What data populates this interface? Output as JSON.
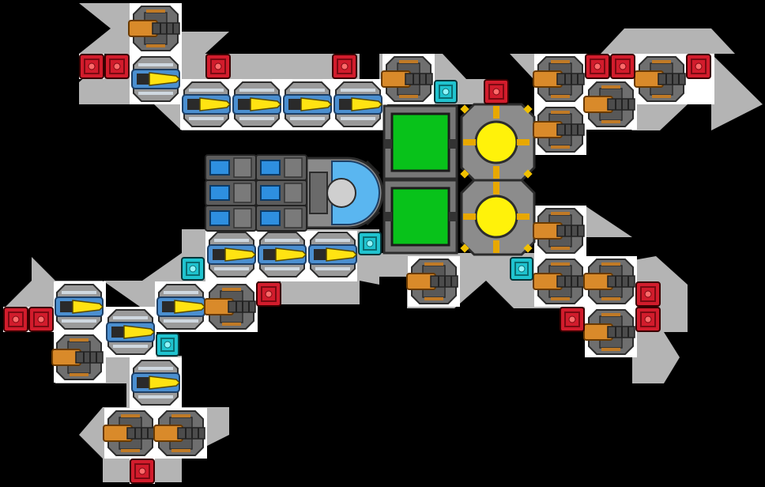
{
  "screen": {
    "title": "",
    "background_color": "#000000"
  },
  "palette": {
    "hull": "#b4b4b4",
    "hull_light": "#ffffff",
    "hull_dark": "#9a9a9a",
    "outline": "#2c2c2c",
    "laser_frame": "#8a8a8a",
    "laser_blue": "#4b8fd0",
    "laser_blade": "#ffe312",
    "cannon_frame": "#6f6f6f",
    "cannon_orange": "#d98a2a",
    "cannon_barrel": "#4c4c4c",
    "armor_red": "#d21c2c",
    "shield_cyan": "#1fc3cf",
    "storage_green": "#08c21a",
    "reactor_yellow": "#fff20a",
    "reactor_frame": "#8c8c8c",
    "battery_blue": "#2e8fe0",
    "command_blue": "#5ab6f0"
  },
  "parts": {
    "lasers": [
      {
        "id": "laser-1",
        "col": 3,
        "row": 2,
        "dir": "right"
      },
      {
        "id": "laser-2",
        "col": 4,
        "row": 4,
        "dir": "right"
      },
      {
        "id": "laser-3",
        "col": 5,
        "row": 4,
        "dir": "right"
      },
      {
        "id": "laser-4",
        "col": 6,
        "row": 4,
        "dir": "right"
      },
      {
        "id": "laser-5",
        "col": 7,
        "row": 4,
        "dir": "right"
      },
      {
        "id": "laser-6",
        "col": 4,
        "row": 10,
        "dir": "right"
      },
      {
        "id": "laser-7",
        "col": 5,
        "row": 10,
        "dir": "right"
      },
      {
        "id": "laser-8",
        "col": 6,
        "row": 10,
        "dir": "right"
      },
      {
        "id": "laser-9",
        "col": 1,
        "row": 12,
        "dir": "right"
      },
      {
        "id": "laser-10",
        "col": 3,
        "row": 12,
        "dir": "right"
      },
      {
        "id": "laser-11",
        "col": 2,
        "row": 13,
        "dir": "right"
      },
      {
        "id": "laser-12",
        "col": 2,
        "row": 15,
        "dir": "right"
      }
    ],
    "cannons": [
      {
        "id": "cannon-1",
        "col": 3,
        "row": 1
      },
      {
        "id": "cannon-2",
        "col": 8,
        "row": 3
      },
      {
        "id": "cannon-3",
        "col": 11,
        "row": 3
      },
      {
        "id": "cannon-4",
        "col": 13,
        "row": 3
      },
      {
        "id": "cannon-5",
        "col": 12,
        "row": 4
      },
      {
        "id": "cannon-6",
        "col": 11,
        "row": 5
      },
      {
        "id": "cannon-7",
        "col": 11,
        "row": 9
      },
      {
        "id": "cannon-8",
        "col": 9,
        "row": 11
      },
      {
        "id": "cannon-9",
        "col": 11,
        "row": 11
      },
      {
        "id": "cannon-10",
        "col": 12,
        "row": 11
      },
      {
        "id": "cannon-11",
        "col": 12,
        "row": 13
      },
      {
        "id": "cannon-12",
        "col": 4,
        "row": 12
      },
      {
        "id": "cannon-13",
        "col": 1,
        "row": 14
      },
      {
        "id": "cannon-14",
        "col": 2,
        "row": 17
      },
      {
        "id": "cannon-15",
        "col": 3,
        "row": 17
      }
    ],
    "armor": [
      {
        "id": "armor-1",
        "col": 1.8,
        "row": 2.6
      },
      {
        "id": "armor-2",
        "col": 2.3,
        "row": 2.6
      },
      {
        "id": "armor-3",
        "col": 4.3,
        "row": 2.6
      },
      {
        "id": "armor-4",
        "col": 6.8,
        "row": 2.6
      },
      {
        "id": "armor-5",
        "col": 9.8,
        "row": 3.6
      },
      {
        "id": "armor-6",
        "col": 11.8,
        "row": 2.6
      },
      {
        "id": "armor-7",
        "col": 12.3,
        "row": 2.6
      },
      {
        "id": "armor-8",
        "col": 13.8,
        "row": 2.6
      },
      {
        "id": "armor-9",
        "col": 5.3,
        "row": 11.6
      },
      {
        "id": "armor-10",
        "col": 12.8,
        "row": 11.6
      },
      {
        "id": "armor-11",
        "col": 11.3,
        "row": 12.6
      },
      {
        "id": "armor-12",
        "col": 12.8,
        "row": 12.6
      },
      {
        "id": "armor-13",
        "col": 0.3,
        "row": 12.6
      },
      {
        "id": "armor-14",
        "col": 0.8,
        "row": 12.6
      },
      {
        "id": "armor-15",
        "col": 2.8,
        "row": 18.6
      }
    ],
    "shields": [
      {
        "id": "shield-1",
        "col": 8.8,
        "row": 3.6
      },
      {
        "id": "shield-2",
        "col": 7.3,
        "row": 9.6
      },
      {
        "id": "shield-3",
        "col": 3.8,
        "row": 10.6
      },
      {
        "id": "shield-4",
        "col": 10.3,
        "row": 10.6
      },
      {
        "id": "shield-5",
        "col": 3.3,
        "row": 13.6
      }
    ]
  }
}
